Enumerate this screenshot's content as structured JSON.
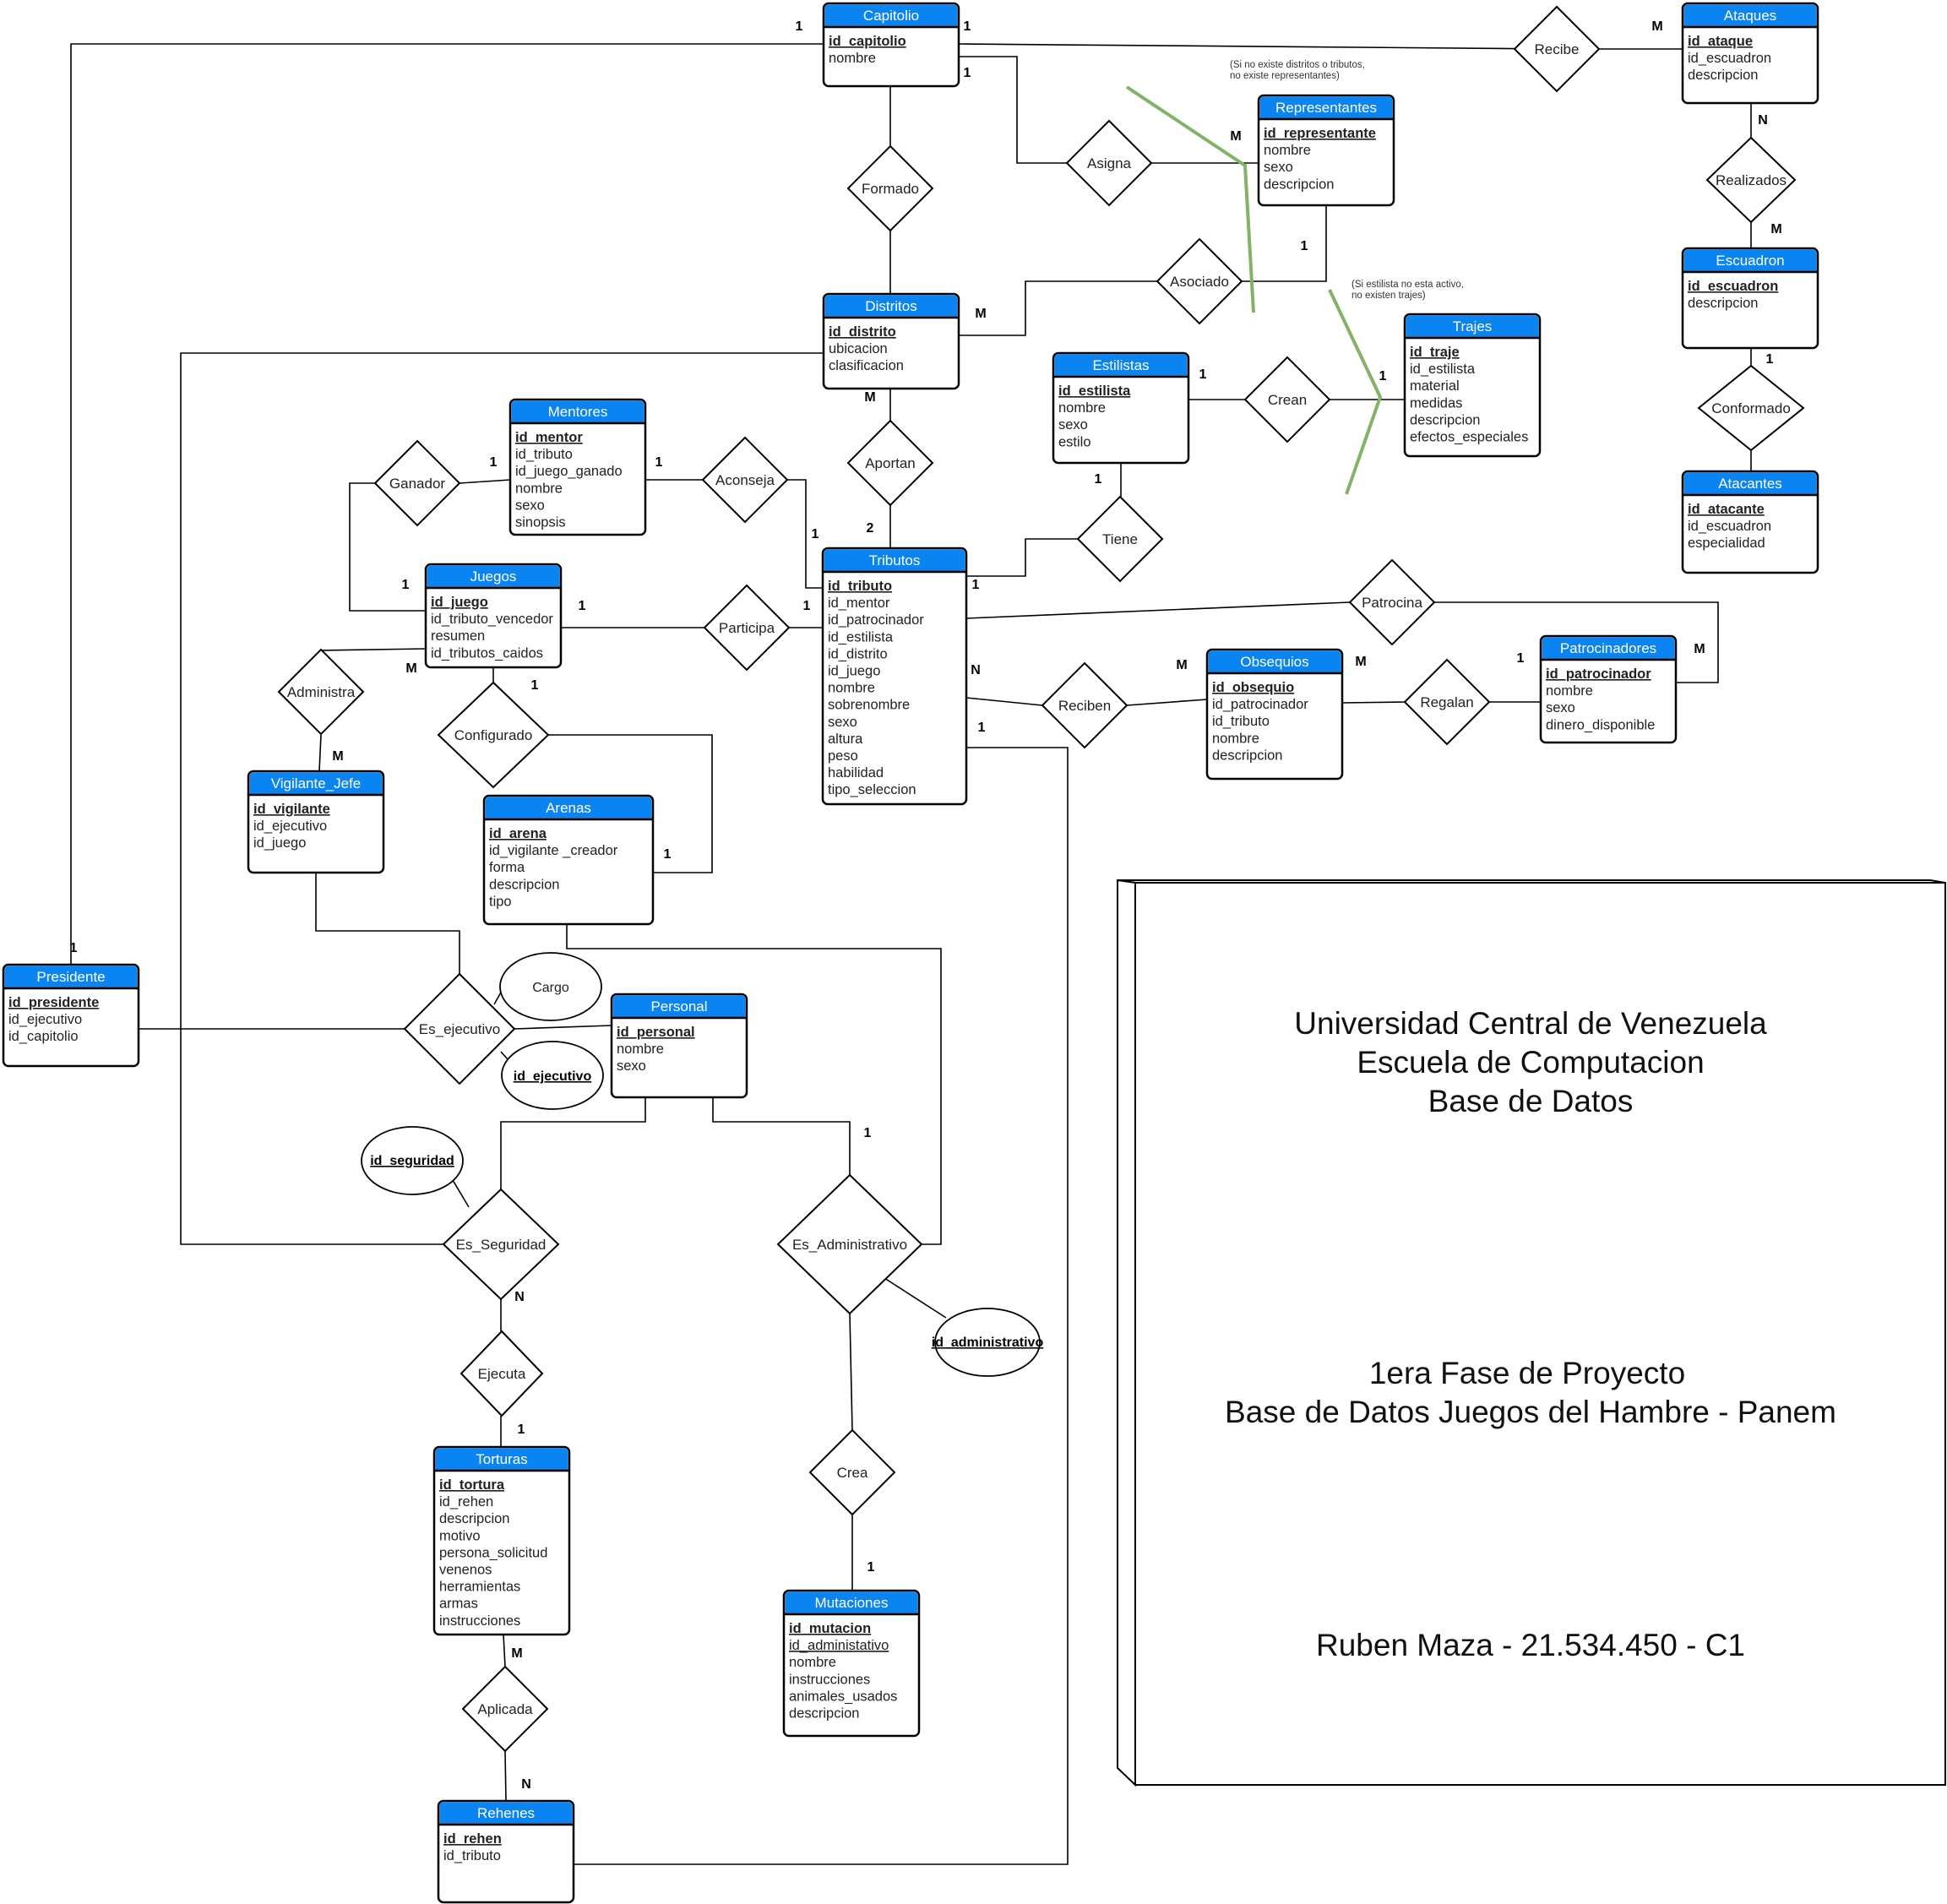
{
  "entities": [
    {
      "id": "capitolio",
      "title": "Capitolio",
      "attrs": [
        {
          "t": "id_capitolio",
          "pk": true
        },
        {
          "t": "nombre"
        }
      ]
    },
    {
      "id": "ataques",
      "title": "Ataques",
      "attrs": [
        {
          "t": "id_ataque",
          "pk": true
        },
        {
          "t": "id_escuadron"
        },
        {
          "t": "descripcion"
        }
      ]
    },
    {
      "id": "representantes",
      "title": "Representantes",
      "attrs": [
        {
          "t": "id_representante",
          "pk": true
        },
        {
          "t": "nombre"
        },
        {
          "t": "sexo"
        },
        {
          "t": "descripcion"
        }
      ]
    },
    {
      "id": "escuadron",
      "title": "Escuadron",
      "attrs": [
        {
          "t": "id_escuadron",
          "pk": true
        },
        {
          "t": "descripcion"
        }
      ]
    },
    {
      "id": "distritos",
      "title": "Distritos",
      "attrs": [
        {
          "t": "id_distrito",
          "pk": true
        },
        {
          "t": "ubicacion"
        },
        {
          "t": "clasificacion"
        }
      ]
    },
    {
      "id": "trajes",
      "title": "Trajes",
      "attrs": [
        {
          "t": "id_traje",
          "pk": true
        },
        {
          "t": "id_estilista"
        },
        {
          "t": "material"
        },
        {
          "t": "medidas"
        },
        {
          "t": "descripcion"
        },
        {
          "t": "efectos_especiales"
        }
      ]
    },
    {
      "id": "estilistas",
      "title": "Estilistas",
      "attrs": [
        {
          "t": "id_estilista",
          "pk": true
        },
        {
          "t": "nombre"
        },
        {
          "t": "sexo"
        },
        {
          "t": "estilo"
        }
      ]
    },
    {
      "id": "atacantes",
      "title": "Atacantes",
      "attrs": [
        {
          "t": "id_atacante",
          "pk": true
        },
        {
          "t": "id_escuadron"
        },
        {
          "t": "especialidad"
        }
      ]
    },
    {
      "id": "mentores",
      "title": "Mentores",
      "attrs": [
        {
          "t": "id_mentor",
          "pk": true
        },
        {
          "t": "id_tributo"
        },
        {
          "t": "id_juego_ganado"
        },
        {
          "t": "nombre"
        },
        {
          "t": "sexo"
        },
        {
          "t": "sinopsis"
        }
      ]
    },
    {
      "id": "tributos",
      "title": "Tributos",
      "attrs": [
        {
          "t": "id_tributo",
          "pk": true
        },
        {
          "t": "id_mentor"
        },
        {
          "t": "id_patrocinador"
        },
        {
          "t": "id_estilista"
        },
        {
          "t": "id_distrito"
        },
        {
          "t": "id_juego"
        },
        {
          "t": "nombre"
        },
        {
          "t": "sobrenombre"
        },
        {
          "t": "sexo"
        },
        {
          "t": "altura"
        },
        {
          "t": "peso"
        },
        {
          "t": "habilidad"
        },
        {
          "t": "tipo_seleccion"
        }
      ]
    },
    {
      "id": "juegos",
      "title": "Juegos",
      "attrs": [
        {
          "t": "id_juego",
          "pk": true
        },
        {
          "t": "id_tributo_vencedor"
        },
        {
          "t": "resumen"
        },
        {
          "t": "id_tributos_caidos"
        }
      ]
    },
    {
      "id": "obsequios",
      "title": "Obsequios",
      "attrs": [
        {
          "t": "id_obsequio",
          "pk": true
        },
        {
          "t": "id_patrocinador"
        },
        {
          "t": "id_tributo"
        },
        {
          "t": "nombre"
        },
        {
          "t": "descripcion"
        }
      ]
    },
    {
      "id": "patrocinadores",
      "title": "Patrocinadores",
      "attrs": [
        {
          "t": "id_patrocinador",
          "pk": true
        },
        {
          "t": "nombre"
        },
        {
          "t": "sexo"
        },
        {
          "t": "dinero_disponible"
        }
      ]
    },
    {
      "id": "vigilante",
      "title": "Vigilante_Jefe",
      "attrs": [
        {
          "t": "id_vigilante",
          "pk": true
        },
        {
          "t": "id_ejecutivo"
        },
        {
          "t": "id_juego"
        }
      ]
    },
    {
      "id": "arenas",
      "title": "Arenas",
      "attrs": [
        {
          "t": "id_arena",
          "pk": true
        },
        {
          "t": "id_vigilante _creador"
        },
        {
          "t": "forma"
        },
        {
          "t": "descripcion"
        },
        {
          "t": "tipo"
        }
      ]
    },
    {
      "id": "presidente",
      "title": "Presidente",
      "attrs": [
        {
          "t": "id_presidente",
          "pk": true
        },
        {
          "t": "id_ejecutivo"
        },
        {
          "t": "id_capitolio"
        }
      ]
    },
    {
      "id": "personal",
      "title": "Personal",
      "attrs": [
        {
          "t": "id_personal",
          "pk": true
        },
        {
          "t": "nombre"
        },
        {
          "t": "sexo"
        }
      ]
    },
    {
      "id": "torturas",
      "title": "Torturas",
      "attrs": [
        {
          "t": "id_tortura",
          "pk": true
        },
        {
          "t": "id_rehen"
        },
        {
          "t": "descripcion"
        },
        {
          "t": "motivo"
        },
        {
          "t": "persona_solicitud"
        },
        {
          "t": "venenos"
        },
        {
          "t": "herramientas"
        },
        {
          "t": "armas"
        },
        {
          "t": "instrucciones"
        }
      ]
    },
    {
      "id": "mutaciones",
      "title": "Mutaciones",
      "attrs": [
        {
          "t": "id_mutacion",
          "pk": true
        },
        {
          "t": "id_administativo",
          "ul": true
        },
        {
          "t": "nombre"
        },
        {
          "t": "instrucciones"
        },
        {
          "t": "animales_usados"
        },
        {
          "t": "descripcion"
        }
      ]
    },
    {
      "id": "rehenes",
      "title": "Rehenes",
      "attrs": [
        {
          "t": "id_rehen",
          "pk": true
        },
        {
          "t": "id_tributo"
        }
      ]
    }
  ],
  "relationships": [
    {
      "id": "recibe",
      "label": "Recibe"
    },
    {
      "id": "formado",
      "label": "Formado"
    },
    {
      "id": "asigna",
      "label": "Asigna"
    },
    {
      "id": "realizados",
      "label": "Realizados"
    },
    {
      "id": "asociado",
      "label": "Asociado"
    },
    {
      "id": "crean",
      "label": "Crean"
    },
    {
      "id": "conformado",
      "label": "Conformado"
    },
    {
      "id": "aportan",
      "label": "Aportan"
    },
    {
      "id": "ganador",
      "label": "Ganador"
    },
    {
      "id": "aconseja",
      "label": "Aconseja"
    },
    {
      "id": "tiene",
      "label": "Tiene"
    },
    {
      "id": "participa",
      "label": "Participa"
    },
    {
      "id": "patrocina",
      "label": "Patrocina"
    },
    {
      "id": "administra",
      "label": "Administra"
    },
    {
      "id": "configurado",
      "label": "Configurado"
    },
    {
      "id": "reciben",
      "label": "Reciben"
    },
    {
      "id": "regalan",
      "label": "Regalan"
    },
    {
      "id": "es_ejecutivo",
      "label": "Es_ejecutivo"
    },
    {
      "id": "es_seguridad",
      "label": "Es_Seguridad"
    },
    {
      "id": "es_administrativo",
      "label": "Es_Administrativo"
    },
    {
      "id": "ejecuta",
      "label": "Ejecuta"
    },
    {
      "id": "crea",
      "label": "Crea"
    },
    {
      "id": "aplicada",
      "label": "Aplicada"
    }
  ],
  "ellipses": [
    {
      "id": "cargo",
      "label": "Cargo",
      "key": false
    },
    {
      "id": "id_ejecutivo",
      "label": "id_ejecutivo",
      "key": true
    },
    {
      "id": "id_seguridad",
      "label": "id_seguridad",
      "key": true
    },
    {
      "id": "id_administrativo",
      "label": "id_administrativo",
      "key": true
    }
  ],
  "cardinalities": [
    "1",
    "1",
    "1",
    "M",
    "1",
    "M",
    "N",
    "M",
    "1",
    "1",
    "M",
    "1",
    "M",
    "1",
    "1",
    "2",
    "1",
    "1",
    "1",
    "1",
    "1",
    "1",
    "1",
    "M",
    "1",
    "M",
    "N",
    "1",
    "M",
    "M",
    "M",
    "1",
    "1",
    "N",
    "1",
    "1",
    "1",
    "M",
    "N",
    "M",
    "1"
  ],
  "notes": [
    [
      "(Si no existe distritos o tributos,",
      "no  existe representantes)"
    ],
    [
      "(Si estilista no esta activo,",
      "no existen trajes)"
    ]
  ],
  "info_box": {
    "line1": "Universidad Central de Venezuela",
    "line2": "Escuela de Computacion",
    "line3": "Base de Datos",
    "line4": "1era Fase de Proyecto",
    "line5": "Base de Datos Juegos del Hambre - Panem",
    "line6": "Ruben Maza - 21.534.450 - C1"
  },
  "colors": {
    "entity_header": "#0a84f0",
    "annotation_line": "#82b366"
  }
}
